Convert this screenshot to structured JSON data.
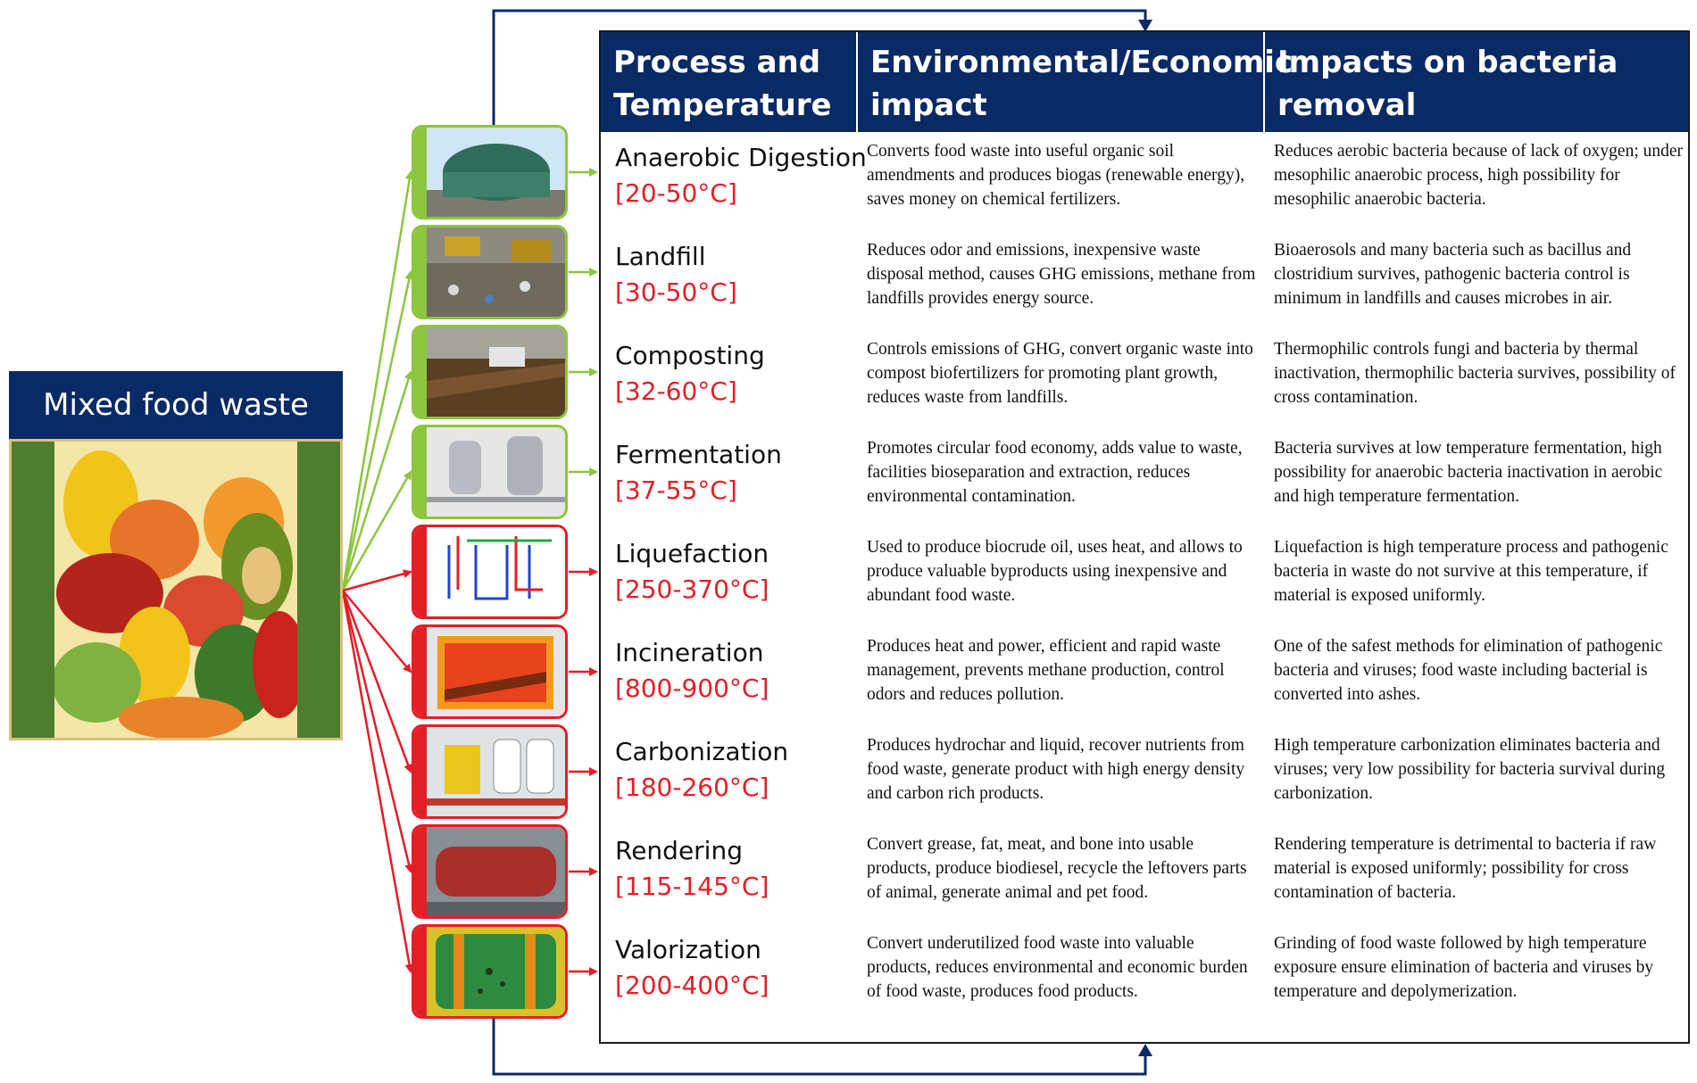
{
  "source": {
    "title": "Mixed food waste"
  },
  "colors": {
    "header_bg": "#0a2a66",
    "green_arrow": "#8cc63f",
    "red_arrow": "#e41e26",
    "feedback_arrow": "#0a2a66",
    "temperature_text": "#e41e26"
  },
  "table": {
    "headers": [
      "Process and Temperature",
      "Environmental/Economic impact",
      "Impacts on bacteria removal"
    ],
    "rows": [
      {
        "process": "Anaerobic Digestion",
        "temperature": "[20-50°C]",
        "route": "green",
        "image": "biogas-plant-photo",
        "environmental": "Converts food waste into useful organic soil amendments and produces biogas (renewable energy), saves money on chemical fertilizers.",
        "bacteria": "Reduces aerobic bacteria because of lack of oxygen; under mesophilic anaerobic process, high possibility for mesophilic anaerobic bacteria."
      },
      {
        "process": "Landfill",
        "temperature": "[30-50°C]",
        "route": "green",
        "image": "landfill-photo",
        "environmental": "Reduces odor and emissions, inexpensive waste disposal method, causes GHG emissions, methane from landfills provides energy source.",
        "bacteria": "Bioaerosols and many bacteria such as bacillus and clostridium survives, pathogenic bacteria control is minimum in landfills and causes microbes in air."
      },
      {
        "process": "Composting",
        "temperature": "[32-60°C]",
        "route": "green",
        "image": "compost-turner-photo",
        "environmental": "Controls emissions of GHG, convert organic waste into compost biofertilizers for promoting plant growth, reduces waste from landfills.",
        "bacteria": "Thermophilic controls fungi and bacteria by thermal inactivation, thermophilic bacteria survives, possibility of cross contamination."
      },
      {
        "process": "Fermentation",
        "temperature": "[37-55°C]",
        "route": "green",
        "image": "fermenter-tanks-photo",
        "environmental": "Promotes circular food economy, adds value to waste, facilities bioseparation and extraction, reduces environmental contamination.",
        "bacteria": "Bacteria survives at low temperature fermentation, high possibility for anaerobic bacteria inactivation in aerobic and high temperature fermentation."
      },
      {
        "process": "Liquefaction",
        "temperature": "[250-370°C]",
        "route": "red",
        "image": "liquefaction-schematic",
        "environmental": "Used to produce biocrude oil, uses heat, and allows to produce valuable byproducts using inexpensive and abundant food waste.",
        "bacteria": "Liquefaction is high temperature process and pathogenic bacteria in waste do not survive at this temperature, if material is exposed uniformly."
      },
      {
        "process": "Incineration",
        "temperature": "[800-900°C]",
        "route": "red",
        "image": "incinerator-furnace-schematic",
        "environmental": "Produces heat and power, efficient and rapid waste management, prevents methane production, control odors and reduces pollution.",
        "bacteria": "One of the safest methods for elimination of pathogenic bacteria and viruses;  food waste including bacterial is converted into ashes."
      },
      {
        "process": "Carbonization",
        "temperature": "[180-260°C]",
        "route": "red",
        "image": "carbonization-reactor-schematic",
        "environmental": "Produces hydrochar and liquid, recover nutrients from food waste, generate product with high energy density and carbon rich products.",
        "bacteria": "High temperature carbonization eliminates bacteria and viruses; very low possibility for bacteria survival during carbonization."
      },
      {
        "process": "Rendering",
        "temperature": "[115-145°C]",
        "route": "red",
        "image": "rendering-plant-photo",
        "environmental": "Convert grease, fat, meat, and bone into usable products, produce biodiesel, recycle the leftovers parts of animal, generate animal and pet food.",
        "bacteria": "Rendering temperature is detrimental to bacteria if raw material is exposed uniformly; possibility for cross contamination of bacteria."
      },
      {
        "process": "Valorization",
        "temperature": "[200-400°C]",
        "route": "red",
        "image": "valorization-reactor-schematic",
        "environmental": "Convert underutilized food waste into valuable products, reduces environmental and economic burden of food waste, produces food products.",
        "bacteria": "Grinding of food waste followed by high temperature exposure ensure elimination of bacteria and viruses by temperature and depolymerization."
      }
    ]
  }
}
